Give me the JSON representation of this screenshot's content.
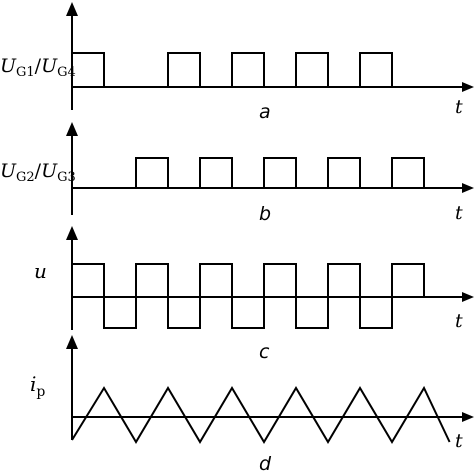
{
  "panels": [
    {
      "id": "a",
      "ylabel": {
        "main": "U",
        "sub1": "G1",
        "sep": "/",
        "main2": "U",
        "sub2": "G4"
      },
      "letter": "a",
      "xlabel": "t",
      "kind": "pulse",
      "pulses": [
        [
          0,
          1
        ],
        [
          2,
          3
        ],
        [
          4,
          5
        ],
        [
          6,
          7
        ],
        [
          8,
          9
        ]
      ]
    },
    {
      "id": "b",
      "ylabel": {
        "main": "U",
        "sub1": "G2",
        "sep": "/",
        "main2": "U",
        "sub2": "G3"
      },
      "letter": "b",
      "xlabel": "t",
      "kind": "pulse",
      "pulses": [
        [
          1,
          2
        ],
        [
          3,
          4
        ],
        [
          5,
          6
        ],
        [
          7,
          8
        ],
        [
          9,
          10
        ]
      ]
    },
    {
      "id": "c",
      "ylabel": {
        "main": "u"
      },
      "letter": "c",
      "xlabel": "t",
      "kind": "square",
      "half_periods": 10
    },
    {
      "id": "d",
      "ylabel": {
        "main": "i",
        "sub1": "p"
      },
      "letter": "d",
      "xlabel": "t",
      "kind": "triangle",
      "half_periods": 11
    }
  ]
}
